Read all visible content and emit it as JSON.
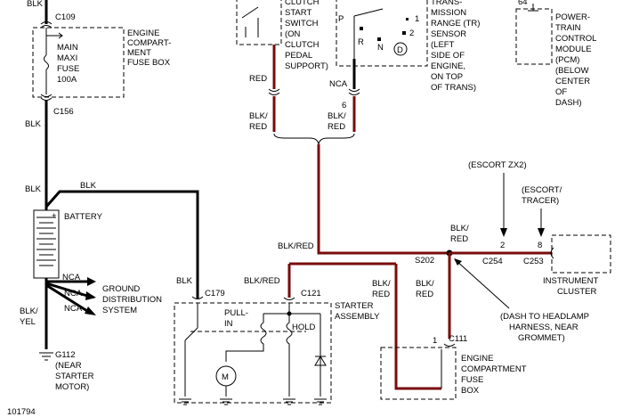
{
  "diagram_id": "101794",
  "colors": {
    "wire_blk": "#000000",
    "wire_red": "#7a0b0b"
  },
  "labels": {
    "blk_top": "BLK",
    "c109": "C109",
    "ecfb_1": "ENGINE",
    "ecfb_2": "COMPART-",
    "ecfb_3": "MENT",
    "ecfb_4": "FUSE BOX",
    "fuse_1": "MAIN",
    "fuse_2": "MAXI",
    "fuse_3": "FUSE",
    "fuse_4": "100A",
    "blk_2": "BLK",
    "c156": "C156",
    "blk_3": "BLK",
    "blk_4": "BLK",
    "battery": "BATTERY",
    "nca_1": "NCA",
    "nca_2": "NCA",
    "nca_3": "NCA",
    "gds_1": "GROUND",
    "gds_2": "DISTRIBUTION",
    "gds_3": "SYSTEM",
    "blkyel_1": "BLK/",
    "blkyel_2": "YEL",
    "g112_1": "G112",
    "g112_2": "(NEAR",
    "g112_3": "STARTER",
    "g112_4": "MOTOR)",
    "blk_5": "BLK",
    "c179": "C179",
    "clutch_1": "CLUTCH",
    "clutch_2": "START",
    "clutch_3": "SWITCH",
    "clutch_4": "(ON",
    "clutch_5": "CLUTCH",
    "clutch_6": "PEDAL",
    "clutch_7": "SUPPORT)",
    "red_1": "RED",
    "blkred_1a": "BLK/",
    "blkred_1b": "RED",
    "tr_1": "TRANS-",
    "tr_2": "MISSION",
    "tr_3": "RANGE (TR)",
    "tr_4": "SENSOR",
    "tr_5": "(LEFT",
    "tr_6": "SIDE OF",
    "tr_7": "ENGINE,",
    "tr_8": "ON TOP",
    "tr_9": "OF TRANS)",
    "tr_p": "P",
    "tr_r": "R",
    "tr_n": "N",
    "tr_d": "D",
    "tr_1pos": "1",
    "tr_2pos": "2",
    "nca_4": "NCA",
    "pin_6": "6",
    "blkred_2a": "BLK/",
    "blkred_2b": "RED",
    "pcm_pin": "64",
    "pcm_1": "POWER-",
    "pcm_2": "TRAIN",
    "pcm_3": "CONTROL",
    "pcm_4": "MODULE",
    "pcm_5": "(PCM)",
    "pcm_6": "(BELOW",
    "pcm_7": "CENTER",
    "pcm_8": "OF",
    "pcm_9": "DASH)",
    "escort_zx2": "(ESCORT ZX2)",
    "escort_1": "(ESCORT/",
    "escort_2": "TRACER)",
    "blkred_3": "BLK/RED",
    "blkred_4a": "BLK/",
    "blkred_4b": "RED",
    "s202": "S202",
    "pin_2": "2",
    "pin_8": "8",
    "c254": "C254",
    "c253": "C253",
    "ic_1": "INSTRUMENT",
    "ic_2": "CLUSTER",
    "blkred_5": "BLK/RED",
    "c121": "C121",
    "sa_1": "STARTER",
    "sa_2": "ASSEMBLY",
    "pullin_1": "PULL-",
    "pullin_2": "IN",
    "hold": "HOLD",
    "motor": "M",
    "blkred_6a": "BLK/",
    "blkred_6b": "RED",
    "blkred_7a": "BLK/",
    "blkred_7b": "RED",
    "dash_1": "(DASH TO HEADLAMP",
    "dash_2": "HARNESS, NEAR",
    "dash_3": "GROMMET)",
    "pin_1": "1",
    "c111": "C111",
    "ecfb2_1": "ENGINE",
    "ecfb2_2": "COMPARTMENT",
    "ecfb2_3": "FUSE",
    "ecfb2_4": "BOX"
  }
}
